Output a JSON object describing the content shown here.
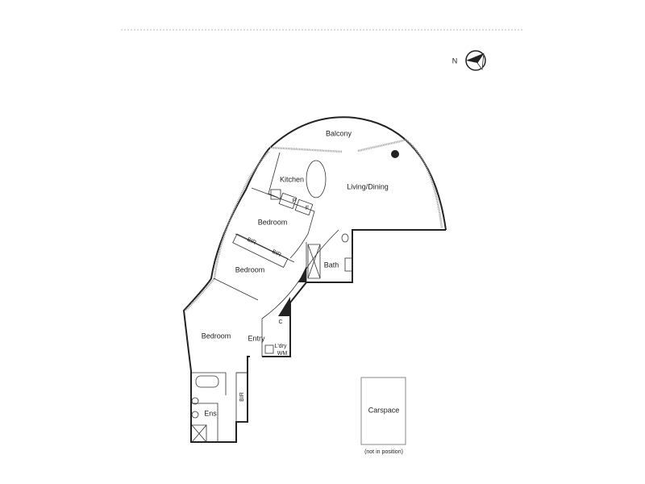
{
  "compass": {
    "north_label": "N"
  },
  "rooms": {
    "balcony": "Balcony",
    "kitchen": "Kitchen",
    "living_dining": "Living/Dining",
    "bedroom_1": "Bedroom",
    "bedroom_2": "Bedroom",
    "bedroom_3": "Bedroom",
    "bir_1": "BIR",
    "bir_2": "BIR",
    "bir_3": "BIR",
    "pantry": "P",
    "fridge": "F",
    "bath": "Bath",
    "entry": "Entry",
    "cupboard": "C",
    "laundry": "L'dry",
    "washing_machine": "WM",
    "ensuite": "Ens"
  },
  "carspace": {
    "label": "Carspace",
    "note": "(not in position)"
  }
}
